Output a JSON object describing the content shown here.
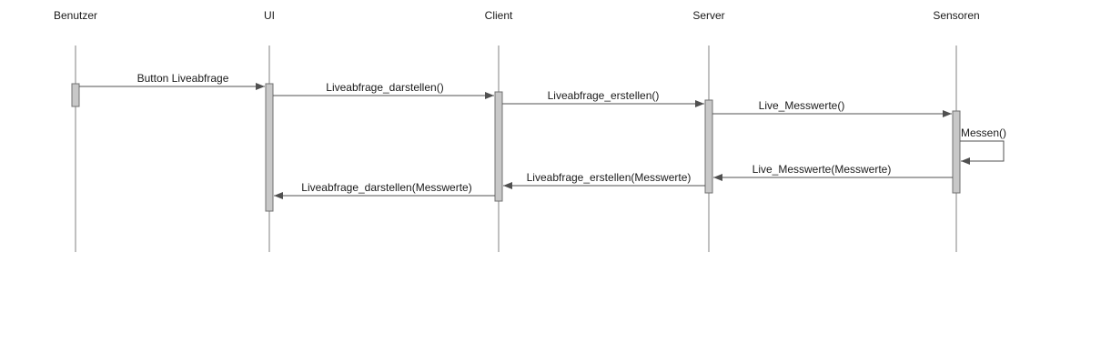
{
  "participants": [
    {
      "id": "benutzer",
      "label": "Benutzer"
    },
    {
      "id": "ui",
      "label": "UI"
    },
    {
      "id": "client",
      "label": "Client"
    },
    {
      "id": "server",
      "label": "Server"
    },
    {
      "id": "sensoren",
      "label": "Sensoren"
    }
  ],
  "messages": [
    {
      "from": "benutzer",
      "to": "ui",
      "label": "Button Liveabfrage"
    },
    {
      "from": "ui",
      "to": "client",
      "label": "Liveabfrage_darstellen()"
    },
    {
      "from": "client",
      "to": "server",
      "label": "Liveabfrage_erstellen()"
    },
    {
      "from": "server",
      "to": "sensoren",
      "label": "Live_Messwerte()"
    },
    {
      "from": "sensoren",
      "to": "sensoren",
      "label": "Messen()"
    },
    {
      "from": "sensoren",
      "to": "server",
      "label": "Live_Messwerte(Messwerte)"
    },
    {
      "from": "server",
      "to": "client",
      "label": "Liveabfrage_erstellen(Messwerte)"
    },
    {
      "from": "client",
      "to": "ui",
      "label": "Liveabfrage_darstellen(Messwerte)"
    }
  ],
  "colors": {
    "line": "#505050",
    "activation": "#c8c8c8"
  }
}
